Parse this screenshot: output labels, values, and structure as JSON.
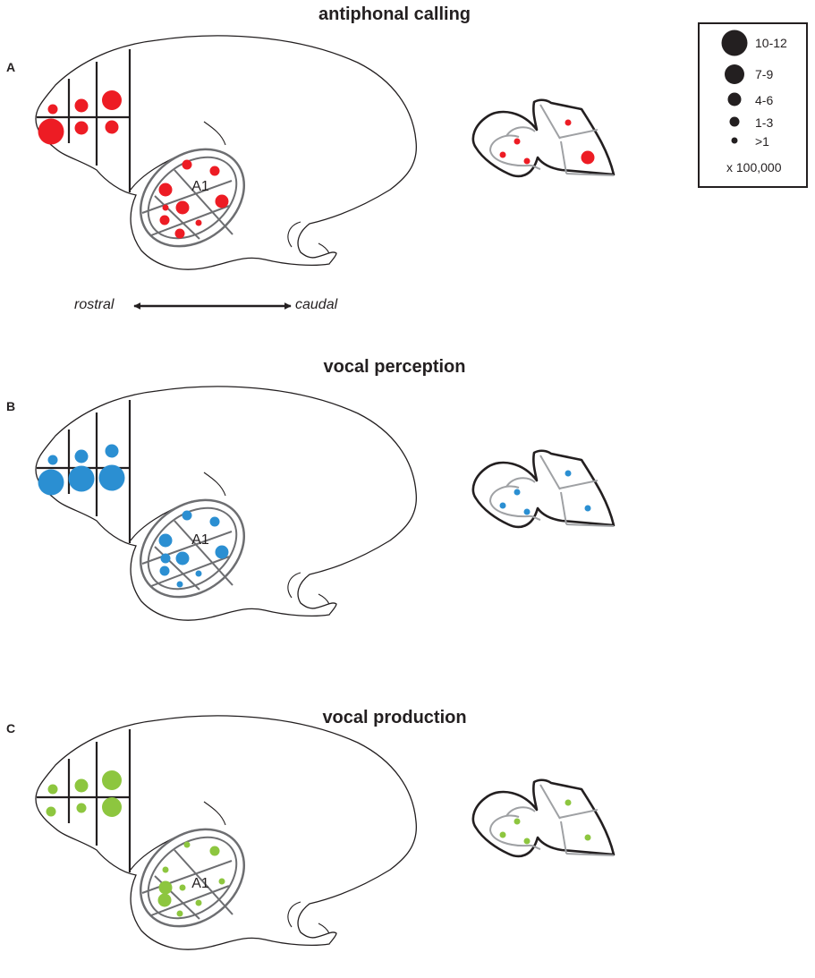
{
  "panels": [
    {
      "id": "A",
      "letter": "A",
      "title": "antiphonal calling",
      "color": "#ed1c24",
      "pfc_sizes": [
        2,
        3,
        4,
        5,
        3,
        3
      ],
      "stg_sizes": [
        2,
        2,
        3,
        3,
        1,
        3,
        2,
        1,
        2
      ],
      "insula_sizes": [
        1,
        1,
        1,
        1,
        3
      ]
    },
    {
      "id": "B",
      "letter": "B",
      "title": "vocal perception",
      "color": "#2b8fd2",
      "pfc_sizes": [
        2,
        3,
        3,
        5,
        5,
        5
      ],
      "stg_sizes": [
        2,
        2,
        3,
        3,
        2,
        3,
        2,
        1,
        1
      ],
      "insula_sizes": [
        1,
        1,
        1,
        1,
        1
      ]
    },
    {
      "id": "C",
      "letter": "C",
      "title": "vocal production",
      "color": "#8dc63f",
      "pfc_sizes": [
        2,
        3,
        4,
        2,
        2,
        4
      ],
      "stg_sizes": [
        1,
        2,
        1,
        1,
        3,
        1,
        3,
        1,
        1
      ],
      "insula_sizes": [
        1,
        1,
        1,
        1,
        1
      ]
    }
  ],
  "brain_label": "A1",
  "axis": {
    "left": "rostral",
    "right": "caudal"
  },
  "legend": {
    "items": [
      {
        "label": "10-12",
        "size": 5
      },
      {
        "label": "7-9",
        "size": 4
      },
      {
        "label": "4-6",
        "size": 3
      },
      {
        "label": "1-3",
        "size": 2
      },
      {
        "label": ">1",
        "size": 1
      }
    ],
    "scale": "x 100,000",
    "color": "#231f20"
  }
}
